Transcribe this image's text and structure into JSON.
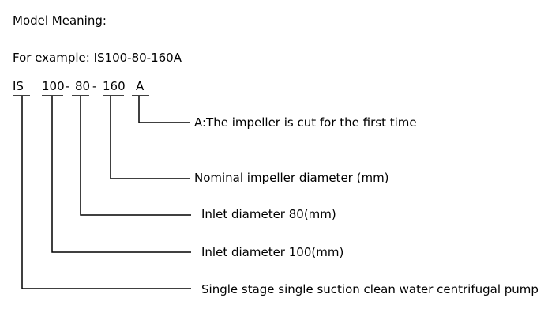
{
  "heading": "Model Meaning:",
  "example": "For example: IS100-80-160A",
  "model_code": {
    "series": "IS",
    "part1": "100",
    "dash1": "-",
    "part2": "80",
    "dash2": "-",
    "part3": "160",
    "suffix": "A"
  },
  "meanings": {
    "suffix": "A:The impeller is cut for the first time",
    "part3": "Nominal impeller diameter (mm)",
    "part2": "Inlet diameter 80(mm)",
    "part1": "Inlet diameter 100(mm)",
    "series": "Single stage single suction clean water centrifugal pump"
  }
}
